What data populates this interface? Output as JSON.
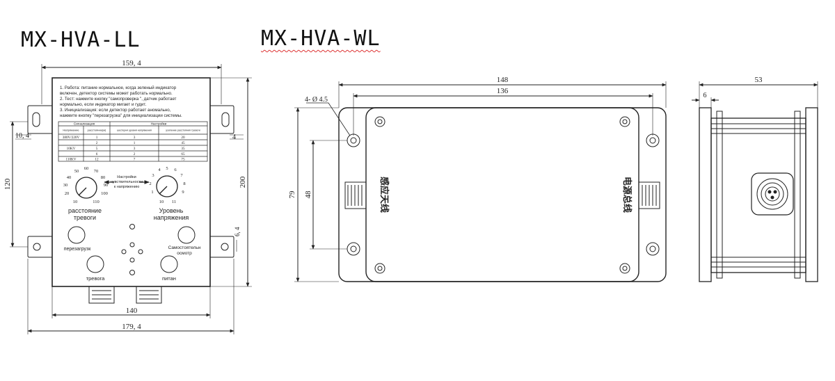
{
  "titles": {
    "left": "MX-HVA-LL",
    "right": "MX-HVA-WL"
  },
  "left_view": {
    "dims": {
      "top_width": "159, 4",
      "bottom_inner": "140",
      "bottom_outer": "179, 4",
      "left_height": "120",
      "right_height": "200",
      "tab_left": "10, 4",
      "tab_right": "4",
      "right_small": "6, 4"
    },
    "notes": [
      "1. Работа: питание нормальное, когда зеленый индикатор",
      "включен, детектор системы может работать нормально.",
      "2. Тест: нажмите кнопку \"самопроверка \", датчик работает",
      "нормально, если индикатор мигает и гудит.",
      "3. Инициализация: если детектор работает аномально,",
      "нажмите кнопку \"перезагрузка\" для инициализации системы."
    ],
    "table": {
      "group_headers": [
        "Сигнализация",
        "Настройки"
      ],
      "headers": [
        "Напряжение",
        "расстояние(м)",
        "шестерня уровня напряжения",
        "усиление расстояния тревоги"
      ],
      "rows": [
        [
          "380V/220V",
          "1",
          "3",
          "20"
        ],
        [
          "",
          "2",
          "1",
          "45"
        ],
        [
          "10KV",
          "5",
          "3",
          "35"
        ],
        [
          "",
          "6",
          "2",
          "65"
        ],
        [
          "110KV",
          "12",
          "7",
          "75"
        ]
      ]
    },
    "dial_left_ticks": [
      "60",
      "50",
      "70",
      "40",
      "80",
      "30",
      "90",
      "20",
      "100",
      "10",
      "110"
    ],
    "dial_right_ticks": [
      "4",
      "5",
      "6",
      "3",
      "7",
      "2",
      "8",
      "1",
      "9",
      "10",
      "11"
    ],
    "center_label": [
      "Настройки",
      "чувствительности",
      "к напряжению"
    ],
    "dial_left_label": [
      "расстояние",
      "тревоги"
    ],
    "dial_right_label": [
      "Уровень",
      "напряжения"
    ],
    "button_labels": {
      "reset": "перезагрузк",
      "self_test": [
        "Самостоятельн",
        "осмотр"
      ],
      "alarm": "тревога",
      "power": "питан"
    }
  },
  "middle_view": {
    "dims": {
      "width_outer": "148",
      "width_inner": "136",
      "height_outer": "79",
      "height_inner": "48",
      "holes": "4- Ø 4.5"
    },
    "left_port_label": "感应天线",
    "right_port_label": "电源总线"
  },
  "right_view": {
    "dims": {
      "width": "53",
      "flange": "6"
    }
  }
}
